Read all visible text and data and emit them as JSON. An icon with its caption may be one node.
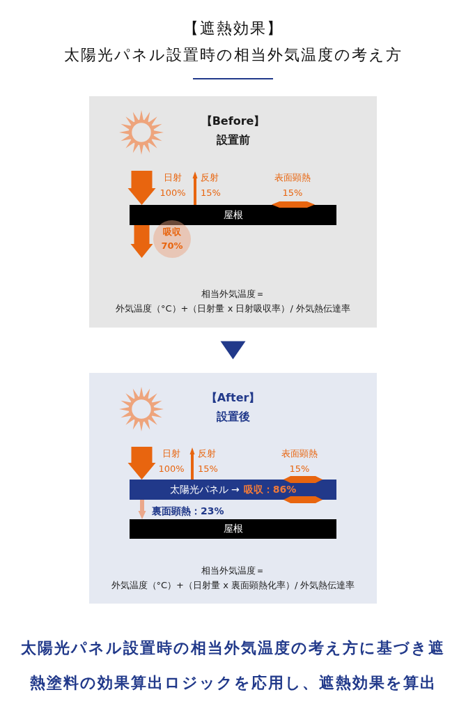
{
  "diagram": {
    "title": "【遮熱効果】太陽光パネル設置時の相当外気温度の考え方",
    "caption": "太陽光パネル設置時の相当外気温度の考え方に基づき遮熱塗料の効果算出ロジックを応用し、遮熱効果を算出",
    "nodes": [
      {
        "text": [
          "【Before】",
          "設置前",
          "相当外気温度＝",
          "外気温度（°C）+（日射量 x 日射吸収率）/ 外気熱伝達率"
        ]
      },
      {
        "text": [
          "屋根"
        ],
        "in": 0,
        "beside": [
          "表面顕熱 15%"
        ]
      },
      {
        "text": [
          "吸収 70%"
        ],
        "in": 0
      },
      {
        "text": [
          "【After】",
          "設置後",
          "相当外気温度＝",
          "外気温度（°C）+（日射量 x 裏面顕熱化率）/ 外気熱伝達率"
        ]
      },
      {
        "text": [
          "太陽光パネル →",
          "吸収：86%"
        ],
        "in": 3,
        "beside": [
          "表面顕熱 15%"
        ]
      },
      {
        "text": [
          "屋根"
        ],
        "in": 3
      }
    ],
    "edges": [
      {
        "from": null,
        "to": 1,
        "arrow": "to",
        "label": "日射 100%",
        "style": "thick"
      },
      {
        "from": 1,
        "to": null,
        "arrow": "to",
        "label": "反射 15%"
      },
      {
        "from": 1,
        "to": null,
        "arrow": "to",
        "style": "thick"
      },
      {
        "from": 0,
        "to": 3,
        "arrow": "to",
        "color": "#21398a"
      },
      {
        "from": null,
        "to": 4,
        "arrow": "to",
        "label": "日射 100%",
        "style": "thick"
      },
      {
        "from": 4,
        "to": null,
        "arrow": "to",
        "label": "反射 15%"
      },
      {
        "from": 4,
        "to": 5,
        "arrow": "to",
        "label": "裏面顕熱：23%",
        "color": "#eba88b"
      }
    ]
  }
}
